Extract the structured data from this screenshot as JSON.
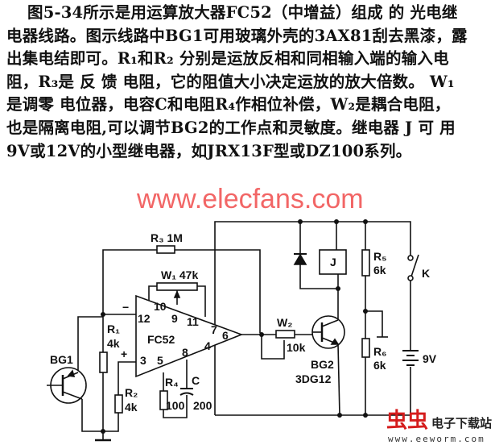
{
  "paragraph": [
    "图5-34所示是用运算放大器FC52（中增益）组成 的 光电继",
    "电器线路。图示线路中BG1可用玻璃外壳的3AX81刮去黑漆，露",
    "出集电结即可。R₁和R₂ 分别是运放反相和同相输入端的输入电",
    "阻，R₃是 反 馈 电阻，它的阻值大小决定运放的放大倍数。 W₁",
    "是调零 电位器，电容C和电阻R₄作相位补偿，W₂是耦合电阻，",
    "也是隔离电阻,可以调节BG2的工作点和灵敏度。继电器 J 可 用",
    "9V或12V的小型继电器，如JRX13F型或DZ100系列。"
  ],
  "circuit": {
    "r3": "R₃ 1M",
    "w1": "W₁ 47k",
    "bg1": "BG1",
    "r1": "R₁",
    "r1v": "4k",
    "r2": "R₂",
    "r2v": "4k",
    "minus": "−",
    "plus": "+",
    "pin12": "12",
    "pin10": "10",
    "pin9": "9",
    "pin11": "11",
    "pin7": "7",
    "pin6": "6",
    "pin3": "3",
    "pin5": "5",
    "pin8": "8",
    "pin4": "4",
    "chip": "FC52",
    "r4": "R₄",
    "r4v": "100",
    "c": "C",
    "cv": "200",
    "w2": "W₂",
    "w2v": "10k",
    "bg2": "BG2",
    "bg2v": "3DG12",
    "relay": "J",
    "r5": "R₅",
    "r5v": "6k",
    "r6": "R₆",
    "r6v": "6k",
    "k": "K",
    "battery": "9V"
  },
  "watermark": "www.elecfans.com",
  "logo": {
    "mark": "虫虫",
    "name": "电子下载站",
    "url": "www.eeworm.com"
  }
}
